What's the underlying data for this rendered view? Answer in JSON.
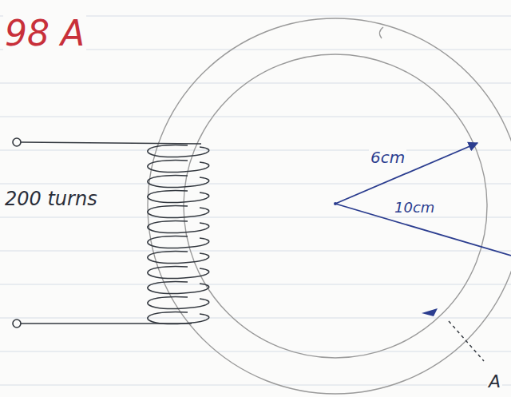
{
  "diagram": {
    "labels": [
      "98 A",
      "200 turns",
      "6cm",
      "10cm",
      "A"
    ]
  }
}
